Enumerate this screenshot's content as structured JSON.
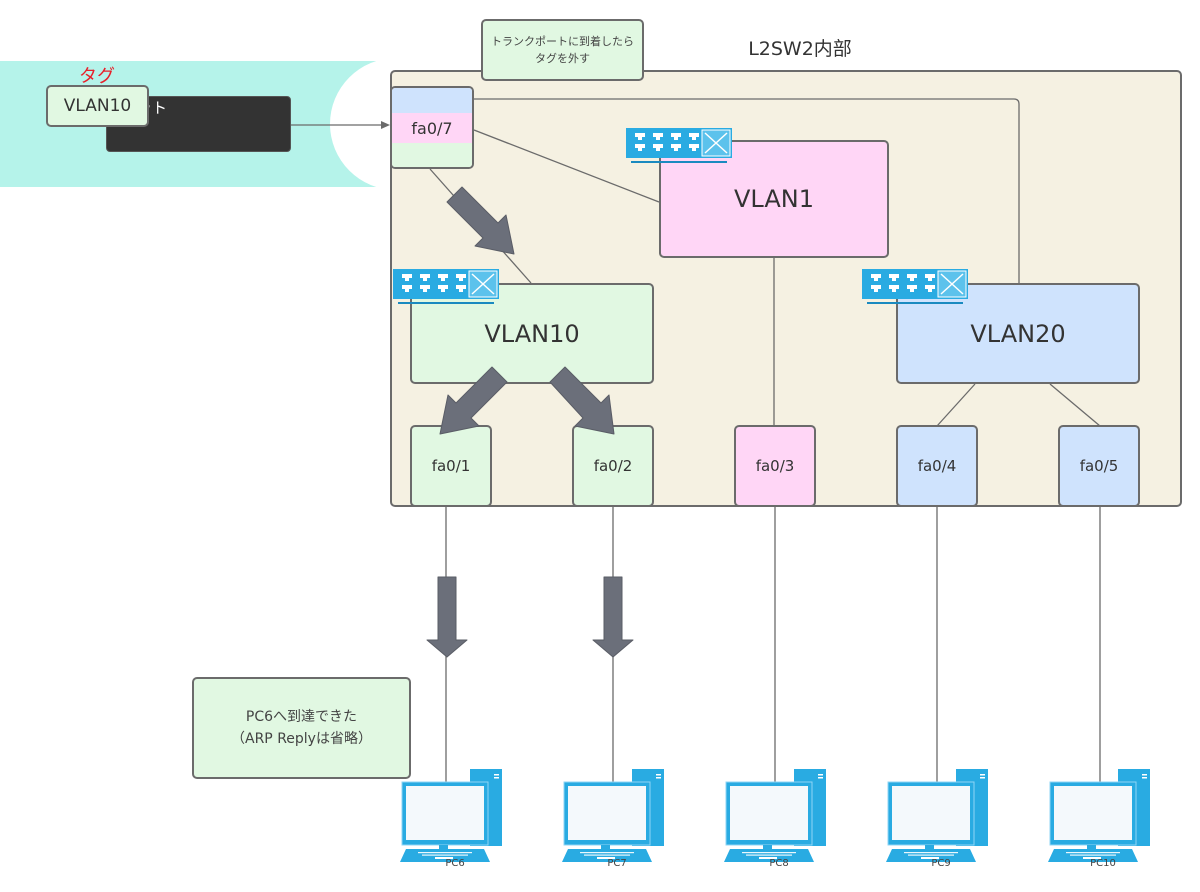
{
  "diagram": {
    "switch_title": "L2SW2内部",
    "trunk_note": [
      "トランクポートに到着したら",
      "タグを外す"
    ],
    "tag_label": "タグ",
    "vlan_tag": "VLAN10",
    "packet_label": "パケット",
    "trunk_port": "fa0/7",
    "vlans": [
      {
        "name": "VLAN1",
        "color": "#ffd6f6"
      },
      {
        "name": "VLAN10",
        "color": "#e1f8e2"
      },
      {
        "name": "VLAN20",
        "color": "#cfe3fd"
      }
    ],
    "ports": [
      {
        "name": "fa0/1",
        "vlan": "VLAN10"
      },
      {
        "name": "fa0/2",
        "vlan": "VLAN10"
      },
      {
        "name": "fa0/3",
        "vlan": "VLAN1"
      },
      {
        "name": "fa0/4",
        "vlan": "VLAN20"
      },
      {
        "name": "fa0/5",
        "vlan": "VLAN20"
      }
    ],
    "pcs": [
      "PC6",
      "PC7",
      "PC8",
      "PC9",
      "PC10"
    ],
    "result_note": [
      "PC6へ到達できた",
      "（ARP Replyは省略）"
    ],
    "colors": {
      "tag_red": "#e8202a",
      "arrow_gray": "#6b6f7a",
      "icon_blue": "#29abe2",
      "frame_bg": "#f5f1e2",
      "ingress_band": "#b5f3ea"
    }
  }
}
